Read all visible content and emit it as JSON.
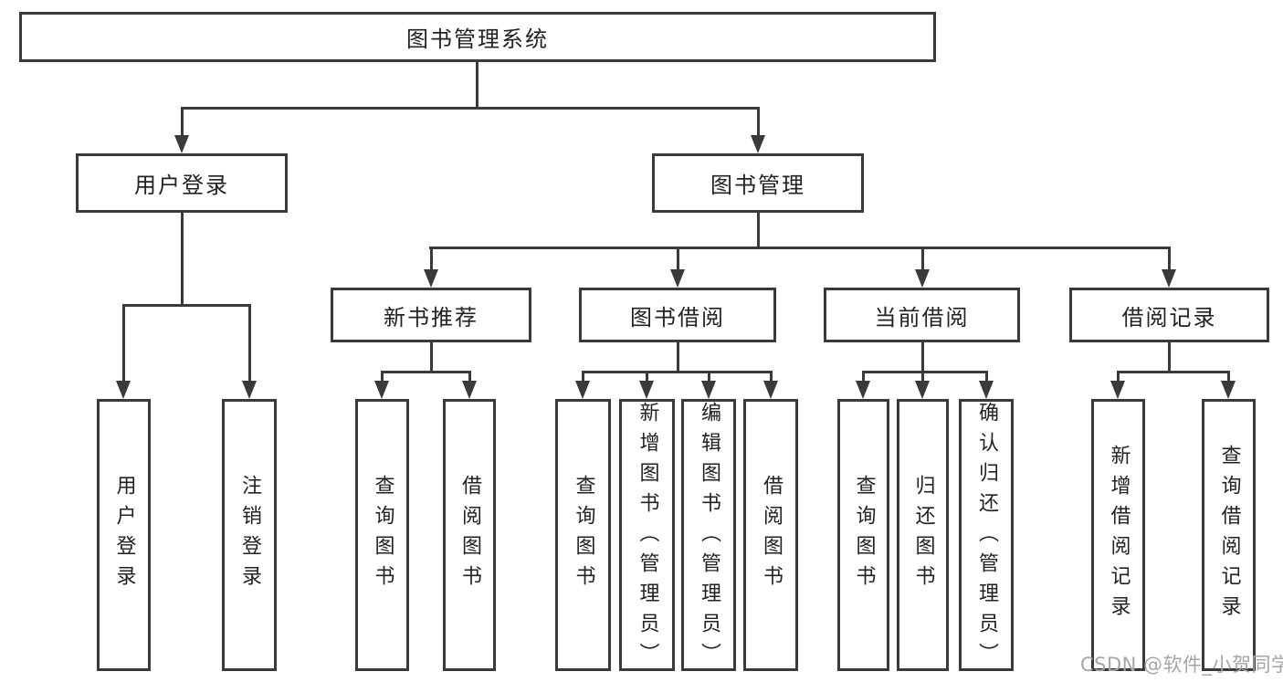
{
  "diagram_title": "图书管理系统",
  "tree": {
    "label": "图书管理系统",
    "children": [
      {
        "label": "用户登录",
        "children": [
          {
            "label": "用户登录"
          },
          {
            "label": "注销登录"
          }
        ]
      },
      {
        "label": "图书管理",
        "children": [
          {
            "label": "新书推荐",
            "children": [
              {
                "label": "查询图书"
              },
              {
                "label": "借阅图书"
              }
            ]
          },
          {
            "label": "图书借阅",
            "children": [
              {
                "label": "查询图书"
              },
              {
                "label": "新增图书（管理员）"
              },
              {
                "label": "编辑图书（管理员）"
              },
              {
                "label": "借阅图书"
              }
            ]
          },
          {
            "label": "当前借阅",
            "children": [
              {
                "label": "查询图书"
              },
              {
                "label": "归还图书"
              },
              {
                "label": "确认归还（管理员）"
              }
            ]
          },
          {
            "label": "借阅记录",
            "children": [
              {
                "label": "新增借阅记录"
              },
              {
                "label": "查询借阅记录"
              }
            ]
          }
        ]
      }
    ]
  },
  "watermark": "CSDN @软件_小贺同学",
  "colors": {
    "line": "#3a3a3a",
    "text": "#222222",
    "watermark": "#a6a6a6",
    "background": "#ffffff"
  }
}
